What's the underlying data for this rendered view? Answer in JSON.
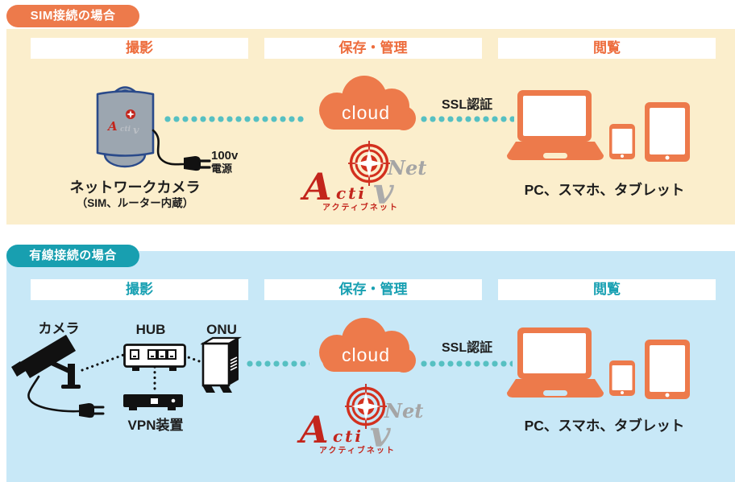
{
  "colors": {
    "orange": "#ED7A4B",
    "orange_header_text": "#ED6C3C",
    "cream_bg": "#FBEECC",
    "blue_bg": "#C8E8F7",
    "teal": "#189FB0",
    "teal_dots": "#56C0C2",
    "dark_text": "#1D1D1D",
    "logo_red": "#C3251C",
    "logo_gray": "#ABABAB",
    "camera_body_gray": "#9CA6B0",
    "camera_outline_blue": "#2A4A8A"
  },
  "icons": {
    "network_camera": "cylinder-network-camera",
    "cctv_camera": "cctv-camera-silhouette",
    "hub": "hub-switch-box",
    "onu": "onu-modem",
    "vpn": "vpn-appliance-box",
    "cloud": "cloud-shape",
    "laptop": "laptop",
    "smartphone": "smartphone",
    "tablet": "tablet",
    "plug": "power-plug",
    "target": "activnet-target-mark"
  },
  "sections": {
    "sim": {
      "badge": "SIM接続の場合",
      "columns": [
        "撮影",
        "保存・管理",
        "閲覧"
      ],
      "camera_label": "ネットワークカメラ",
      "camera_sublabel": "（SIM、ルーター内蔵）",
      "power_line1": "100v",
      "power_line2": "電源",
      "cloud_label": "cloud",
      "ssl_label": "SSL認証",
      "devices_label": "PC、スマホ、タブレット"
    },
    "wired": {
      "badge": "有線接続の場合",
      "columns": [
        "撮影",
        "保存・管理",
        "閲覧"
      ],
      "camera_label": "カメラ",
      "hub_label": "HUB",
      "onu_label": "ONU",
      "vpn_label": "VPN装置",
      "cloud_label": "cloud",
      "ssl_label": "SSL認証",
      "devices_label": "PC、スマホ、タブレット"
    }
  },
  "logo": {
    "a": "A",
    "cti": "cti",
    "v": "v",
    "net": "Net",
    "kana": "アクティブネット"
  }
}
